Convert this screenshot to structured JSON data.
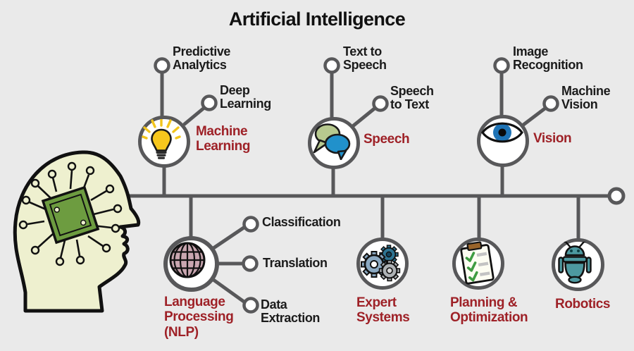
{
  "title": "Artificial Intelligence",
  "colors": {
    "background": "#eaeaea",
    "connector_gray": "#58585a",
    "category_red": "#9e2127",
    "label_black": "#1b1b1b"
  },
  "central": {
    "icon": "human-head-chip-icon",
    "description": "profile head with circuit chip brain"
  },
  "branches": {
    "machine_learning": {
      "label": "Machine\nLearning",
      "icon": "lightbulb-icon",
      "children": [
        {
          "label": "Predictive\nAnalytics"
        },
        {
          "label": "Deep\nLearning"
        }
      ]
    },
    "speech": {
      "label": "Speech",
      "icon": "speech-bubbles-icon",
      "children": [
        {
          "label": "Text to\nSpeech"
        },
        {
          "label": "Speech\nto Text"
        }
      ]
    },
    "vision": {
      "label": "Vision",
      "icon": "eye-icon",
      "children": [
        {
          "label": "Image\nRecognition"
        },
        {
          "label": "Machine\nVision"
        }
      ]
    },
    "nlp": {
      "label": "Language\nProcessing\n(NLP)",
      "icon": "globe-icon",
      "children": [
        {
          "label": "Classification"
        },
        {
          "label": "Translation"
        },
        {
          "label": "Data\nExtraction"
        }
      ]
    },
    "expert_systems": {
      "label": "Expert\nSystems",
      "icon": "gears-icon",
      "children": []
    },
    "planning": {
      "label": "Planning &\nOptimization",
      "icon": "clipboard-checklist-icon",
      "children": []
    },
    "robotics": {
      "label": "Robotics",
      "icon": "robot-icon",
      "children": []
    }
  }
}
